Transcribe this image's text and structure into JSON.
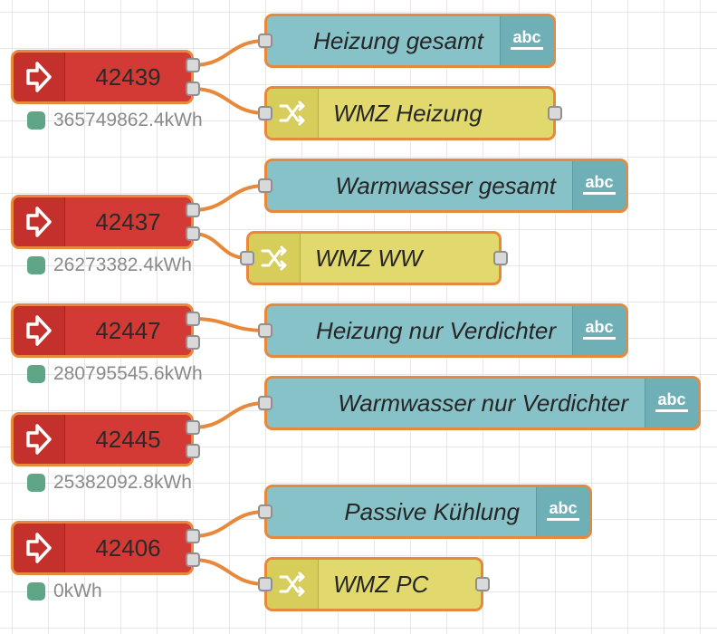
{
  "injects": [
    {
      "label": "42439",
      "status": "365749862.4kWh"
    },
    {
      "label": "42437",
      "status": "26273382.4kWh"
    },
    {
      "label": "42447",
      "status": "280795545.6kWh"
    },
    {
      "label": "42445",
      "status": "25382092.8kWh"
    },
    {
      "label": "42406",
      "status": "0kWh"
    }
  ],
  "debugs": [
    {
      "label": "Heizung gesamt"
    },
    {
      "label": "Warmwasser gesamt"
    },
    {
      "label": "Heizung nur Verdichter"
    },
    {
      "label": "Warmwasser nur Verdichter"
    },
    {
      "label": "Passive Kühlung"
    }
  ],
  "changes": [
    {
      "label": "WMZ Heizung"
    },
    {
      "label": "WMZ WW"
    },
    {
      "label": "WMZ PC"
    }
  ],
  "icons": {
    "inject": "inject-arrow-icon",
    "debug": "debug-abc-icon",
    "change": "change-shuffle-icon"
  },
  "colors": {
    "inject": "#d33a35",
    "debug": "#87c2c8",
    "change": "#e2d96e",
    "border": "#e8883a",
    "wire": "#e8883a",
    "status_dot": "#5ea686"
  }
}
